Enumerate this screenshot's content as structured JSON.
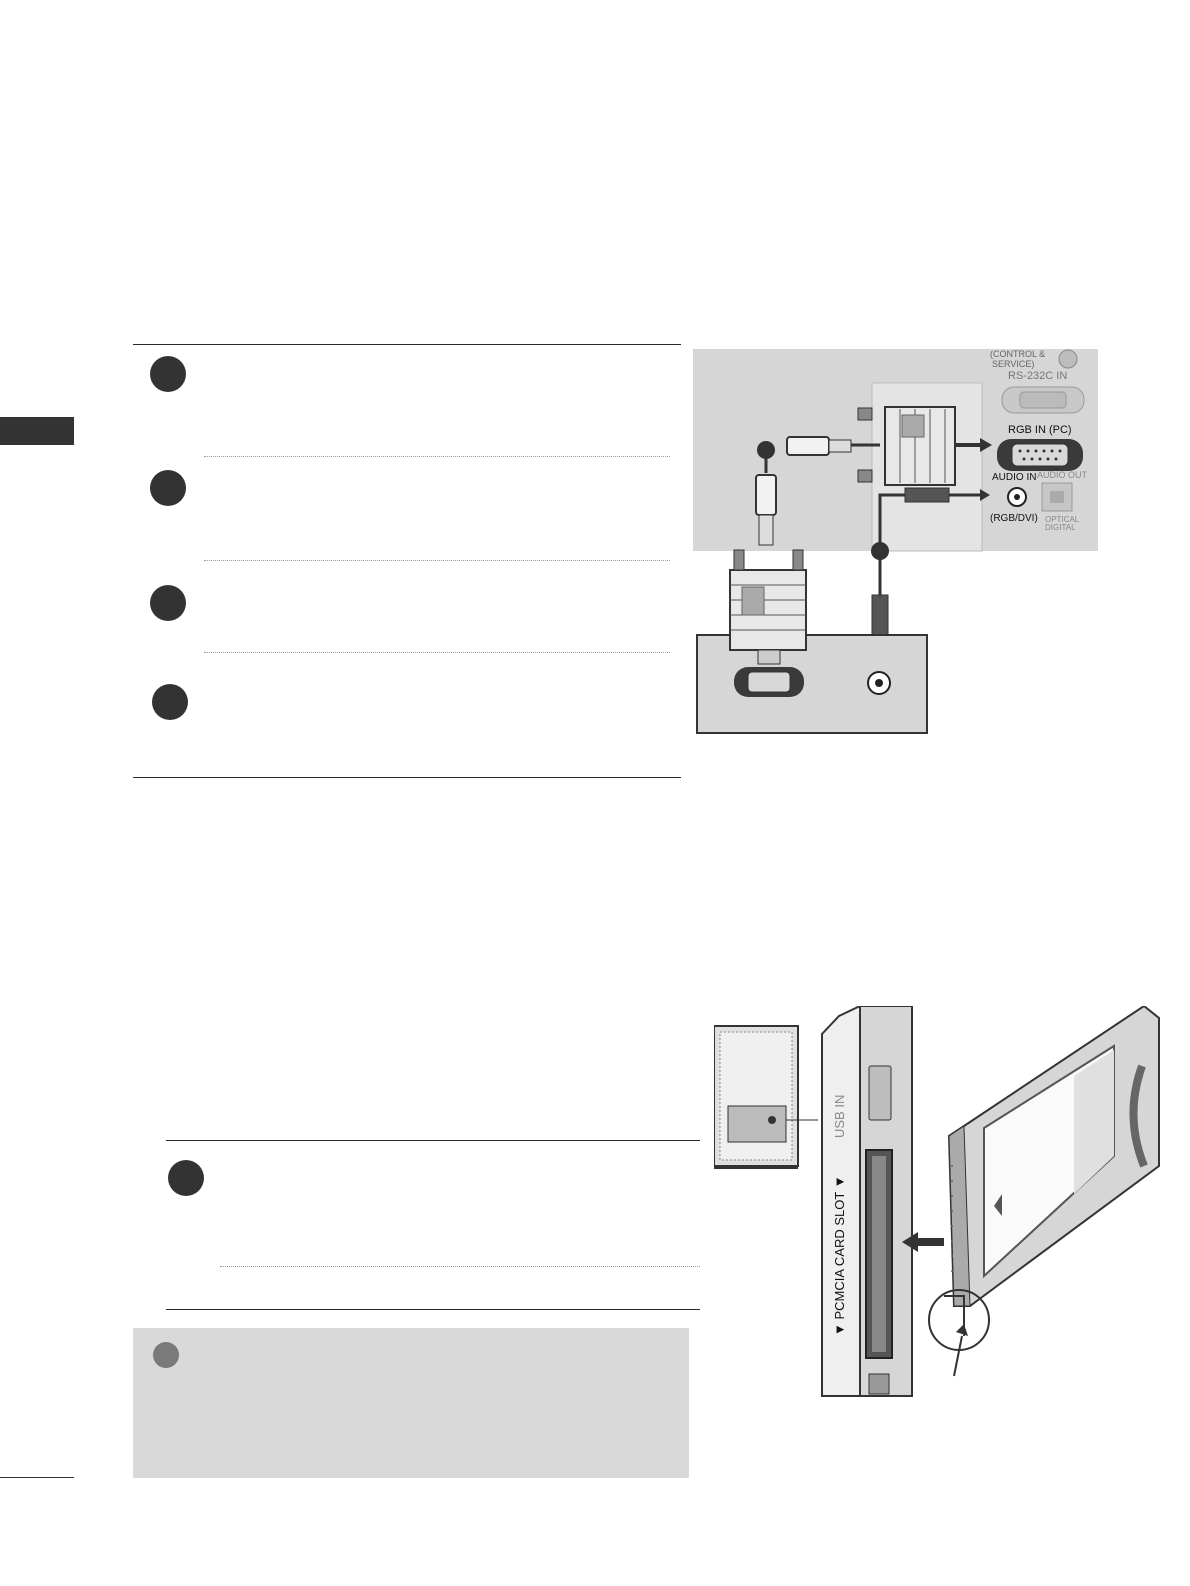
{
  "panel": {
    "control_label_1": "(CONTROL &",
    "control_label_2": "SERVICE)",
    "rs232_label": "RS-232C IN",
    "rgb_in_label": "RGB IN (PC)",
    "audio_in_label": "AUDIO IN",
    "rgb_dvi_label": "(RGB/DVI)",
    "audio_out_label": "AUDIO OUT",
    "optical_label_1": "OPTICAL",
    "optical_label_2": "DIGITAL"
  },
  "side_panel": {
    "usb_in_label": "USB IN",
    "pcmcia_label": "▼ PCMCIA CARD SLOT ▼"
  },
  "colors": {
    "panel_gray": "#d6d6d6",
    "dark": "#333333",
    "note_gray": "#d9d9d9"
  }
}
